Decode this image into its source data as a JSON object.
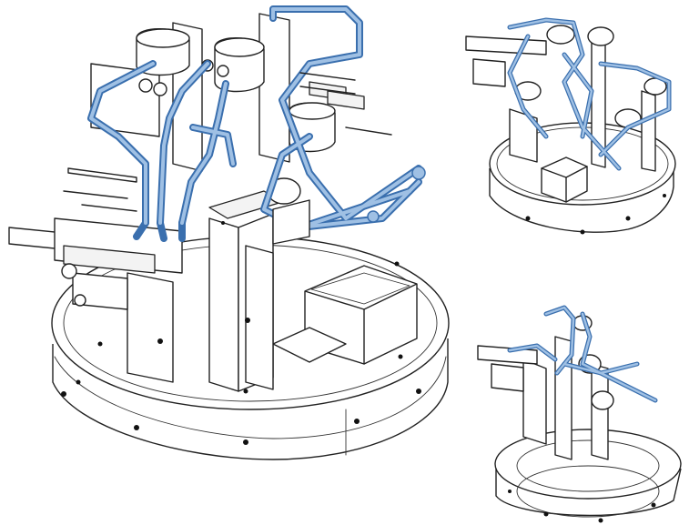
{
  "figure": {
    "description_labels": [],
    "colors": {
      "linework": "#222222",
      "tube_fill": "#8fb4dc",
      "tube_edge": "#3a6fae",
      "background": "#ffffff"
    },
    "views": [
      {
        "id": "main-isometric-view",
        "icon": "mechanical-assembly-icon"
      },
      {
        "id": "top-right-view",
        "icon": "mechanical-assembly-icon"
      },
      {
        "id": "bottom-right-view",
        "icon": "mechanical-assembly-icon"
      }
    ]
  }
}
